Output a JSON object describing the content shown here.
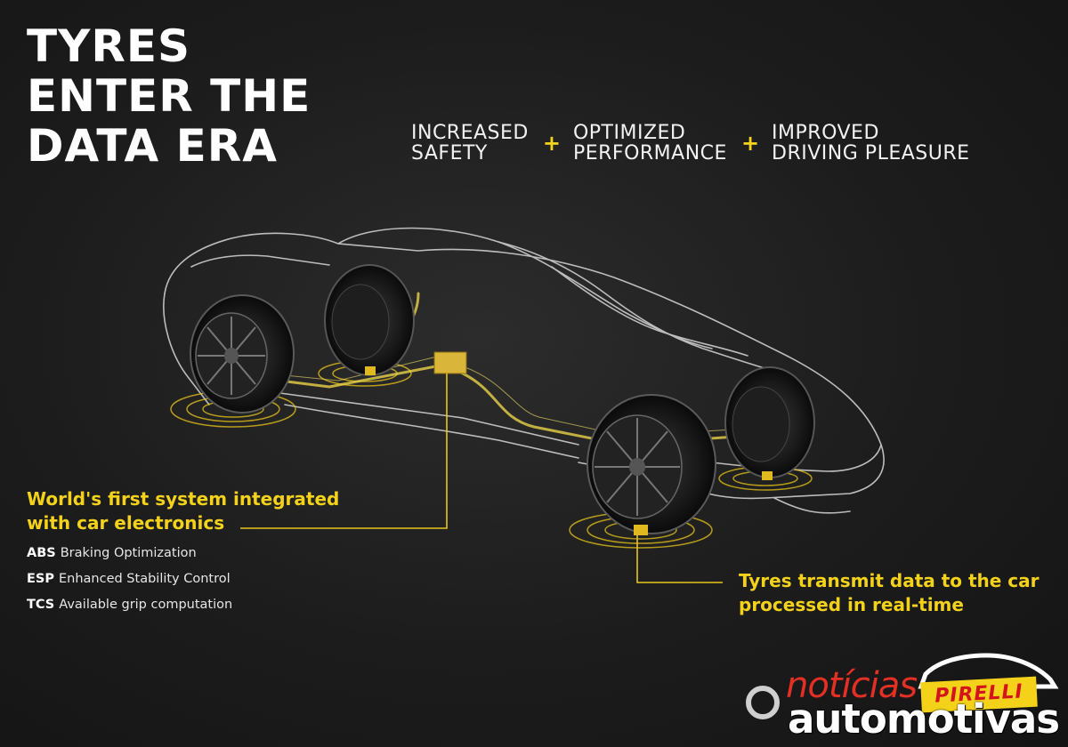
{
  "title": {
    "line1": "TYRES",
    "line2": "ENTER THE",
    "line3": "DATA ERA"
  },
  "benefits": [
    {
      "line1": "INCREASED",
      "line2": "SAFETY"
    },
    {
      "line1": "OPTIMIZED",
      "line2": "PERFORMANCE"
    },
    {
      "line1": "IMPROVED",
      "line2": "DRIVING PLEASURE"
    }
  ],
  "plus_symbol": "+",
  "callout_left": {
    "line1": "World's first system integrated",
    "line2": "with car electronics"
  },
  "features": [
    {
      "abbr": "ABS",
      "text": "Braking Optimization"
    },
    {
      "abbr": "ESP",
      "text": "Enhanced Stability Control"
    },
    {
      "abbr": "TCS",
      "text": "Available grip computation"
    }
  ],
  "callout_right": {
    "line1": "Tyres transmit data to the car",
    "line2": "processed in real-time"
  },
  "watermark": {
    "line1": "notícias",
    "line2": "automotivas",
    "brand": "PIRELLI"
  },
  "colors": {
    "accent": "#f5d21a",
    "background": "#1c1c1c",
    "watermark_red": "#e33025"
  },
  "icons": [
    "car-outline-illustration",
    "tyre-icon",
    "sensor-icon",
    "signal-waves-icon",
    "control-unit-icon"
  ]
}
